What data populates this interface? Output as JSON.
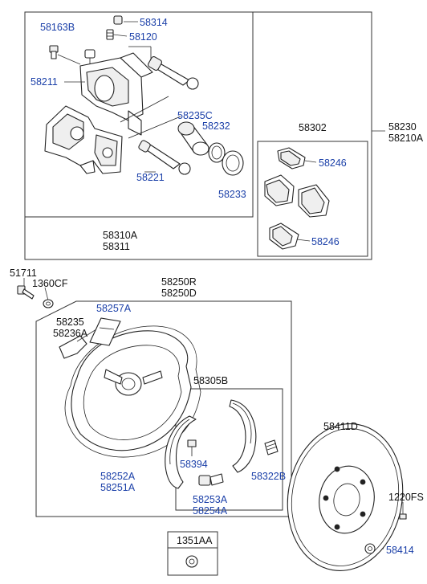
{
  "labels": {
    "p58163B": "58163B",
    "p58314": "58314",
    "p58120": "58120",
    "p58211": "58211",
    "p58235C": "58235C",
    "p58232": "58232",
    "p58221": "58221",
    "p58233": "58233",
    "p58310A": "58310A",
    "p58311": "58311",
    "p58302": "58302",
    "p58246a": "58246",
    "p58246b": "58246",
    "p58230": "58230",
    "p58210A": "58210A",
    "p51711": "51711",
    "p1360CF": "1360CF",
    "p58250R": "58250R",
    "p58250D": "58250D",
    "p58257A": "58257A",
    "p58235": "58235",
    "p58236A": "58236A",
    "p58305B": "58305B",
    "p58394": "58394",
    "p58322B": "58322B",
    "p58252A": "58252A",
    "p58251A": "58251A",
    "p58253A": "58253A",
    "p58254A": "58254A",
    "p58411D": "58411D",
    "p1220FS": "1220FS",
    "p58414": "58414",
    "p1351AA": "1351AA"
  }
}
